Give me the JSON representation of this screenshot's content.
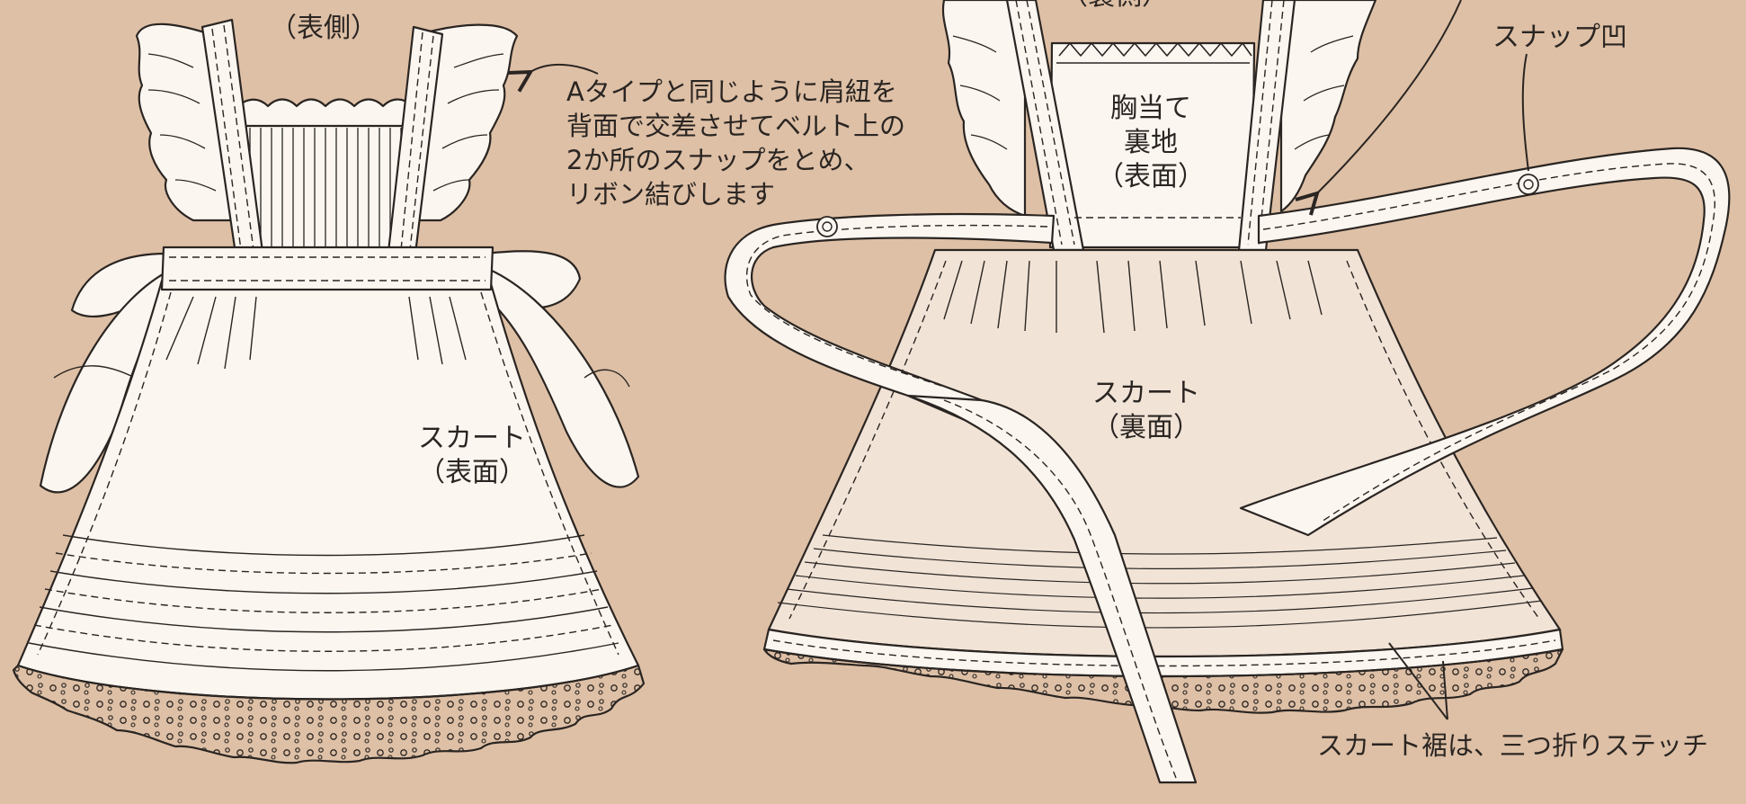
{
  "background_color": "#dec0a6",
  "line_color": "#2a2522",
  "fabric_color": "#fbf6f0",
  "labels": {
    "front_side": "（表側）",
    "back_side": "（裏側）",
    "bib_lining_line1": "胸当て",
    "bib_lining_line2": "裏地",
    "bib_lining_line3": "（表面）",
    "skirt_front_line1": "スカート",
    "skirt_front_line2": "（表面）",
    "skirt_back_line1": "スカート",
    "skirt_back_line2": "（裏面）",
    "snap_concave": "スナップ凹",
    "note_line1": "Aタイプと同じように肩紐を",
    "note_line2": "背面で交差させてベルト上の",
    "note_line3": "2か所のスナップをとめ、",
    "note_line4": "リボン結びします",
    "hem_note": "スカート裾は、三つ折りステッチ"
  }
}
